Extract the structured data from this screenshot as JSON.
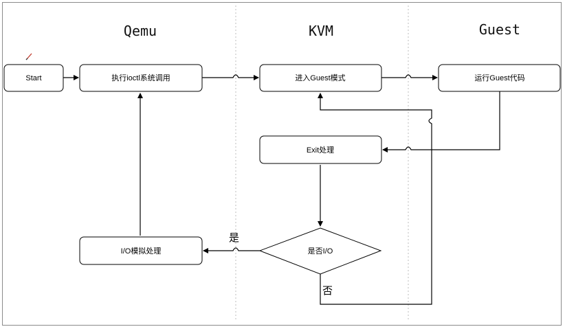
{
  "lanes": {
    "qemu": "Qemu",
    "kvm": "KVM",
    "guest": "Guest"
  },
  "nodes": {
    "start": "Start",
    "ioctl": "执行ioctl系统调用",
    "enter_guest": "进入Guest模式",
    "run_guest": "运行Guest代码",
    "exit_handle": "Exit处理",
    "is_io": "是否I/O",
    "io_emulate": "I/O模拟处理"
  },
  "edge_labels": {
    "yes": "是",
    "no": "否"
  }
}
